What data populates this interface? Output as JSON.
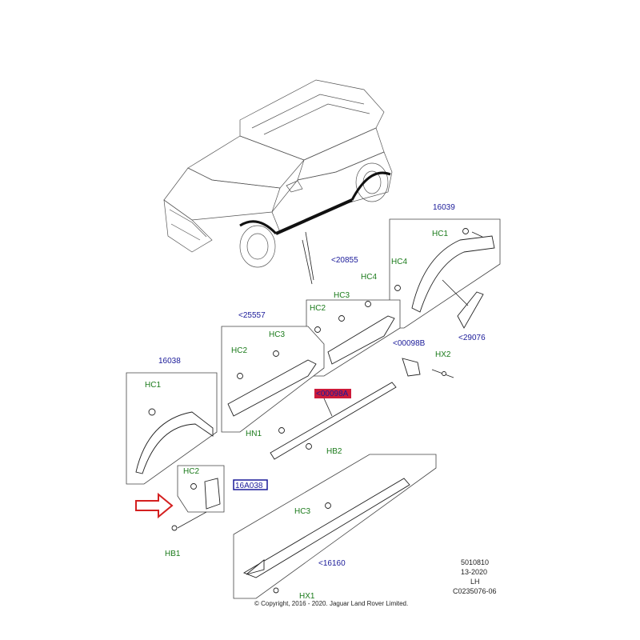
{
  "parts": {
    "p16039": "16039",
    "p20855": "<20855",
    "p25557": "<25557",
    "p16038": "16038",
    "p00098B": "<00098B",
    "p29076": "<29076",
    "p00098A": "<00098A",
    "p16A038": "16A038",
    "p16160": "<16160"
  },
  "fixings": {
    "hc1_top": "HC1",
    "hc4_left": "HC4",
    "hc4_mid": "HC4",
    "hc3_mid": "HC3",
    "hc2_mid": "HC2",
    "hc3_25557": "HC3",
    "hc2_25557": "HC2",
    "hc1_16038": "HC1",
    "hx2": "HX2",
    "hn1": "HN1",
    "hb2": "HB2",
    "hc2_16a038": "HC2",
    "hc3_16160": "HC3",
    "hb1": "HB1",
    "hx1": "HX1"
  },
  "reference": {
    "line1": "5010810",
    "line2": "13-2020",
    "line3": "LH",
    "line4": "C0235076-06"
  },
  "copyright": "© Copyright, 2016 - 2020. Jaguar Land Rover Limited.",
  "colors": {
    "part_label": "#1a1a99",
    "fixing_label": "#1a7a1a",
    "highlight_fill": "#cc1a3a",
    "highlight_box": "#1a1a99",
    "arrow": "#d42020"
  },
  "icons": {
    "arrow": "arrow-right-outline-icon"
  }
}
